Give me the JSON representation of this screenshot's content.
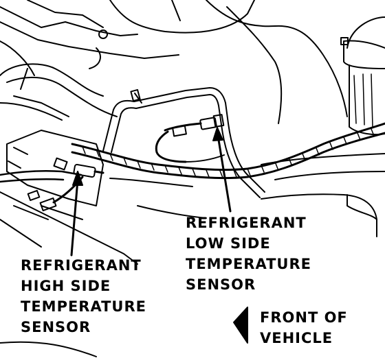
{
  "labels": {
    "high_side": [
      "REFRIGERANT",
      "HIGH SIDE",
      "TEMPERATURE",
      "SENSOR"
    ],
    "low_side": [
      "REFRIGERANT",
      "LOW SIDE",
      "TEMPERATURE",
      "SENSOR"
    ],
    "front": [
      "FRONT OF",
      "VEHICLE"
    ]
  },
  "colors": {
    "ink": "#000000",
    "paper": "#ffffff"
  }
}
